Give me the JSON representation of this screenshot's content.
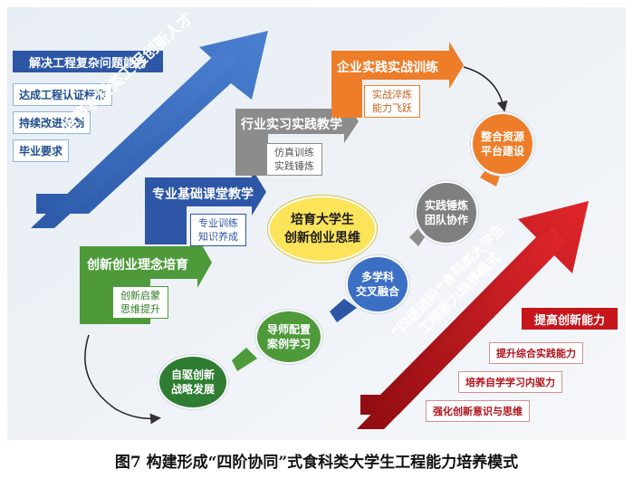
{
  "colors": {
    "blue": "#3b6fc4",
    "dark_blue": "#2d56a6",
    "gray": "#8c8c8c",
    "orange": "#ee7d2a",
    "green": "#4e9a3a",
    "red": "#c6161c",
    "yellow": "#fbe35a"
  },
  "left_panel": {
    "title": "解决工程复杂问题能力",
    "items": [
      "达成工程认证标准",
      "持续改进机制",
      "毕业要求"
    ]
  },
  "big_blue_arrow_text": "培育食科类工程创新人才",
  "steps": [
    {
      "label": "创新创业理念培育",
      "sub": [
        "创新启蒙",
        "思维提升"
      ]
    },
    {
      "label": "专业基础课堂教学",
      "sub": [
        "专业训练",
        "知识养成"
      ]
    },
    {
      "label": "行业实习实践教学",
      "sub": [
        "仿真训练",
        "实践锤炼"
      ]
    },
    {
      "label": "企业实践实战训练",
      "sub": [
        "实战淬炼",
        "能力飞跃"
      ]
    }
  ],
  "center": [
    "培育大学生",
    "创新创业思维"
  ],
  "cycle": [
    [
      "整合资源",
      "平台建设"
    ],
    [
      "实践锤炼",
      "团队协作"
    ],
    [
      "多学科",
      "交叉融合"
    ],
    [
      "导师配置",
      "案例学习"
    ],
    [
      "自驱创新",
      "战略发展"
    ]
  ],
  "red_arrow_text": [
    "“四级进阶”食科类大学生",
    "工程能力培养模式"
  ],
  "right_panel": {
    "title": "提高创新能力",
    "items": [
      "提升综合实践能力",
      "培养自学学习内驱力",
      "强化创新意识与思维"
    ]
  },
  "caption": "图7 构建形成“四阶协同”式食科类大学生工程能力培养模式"
}
